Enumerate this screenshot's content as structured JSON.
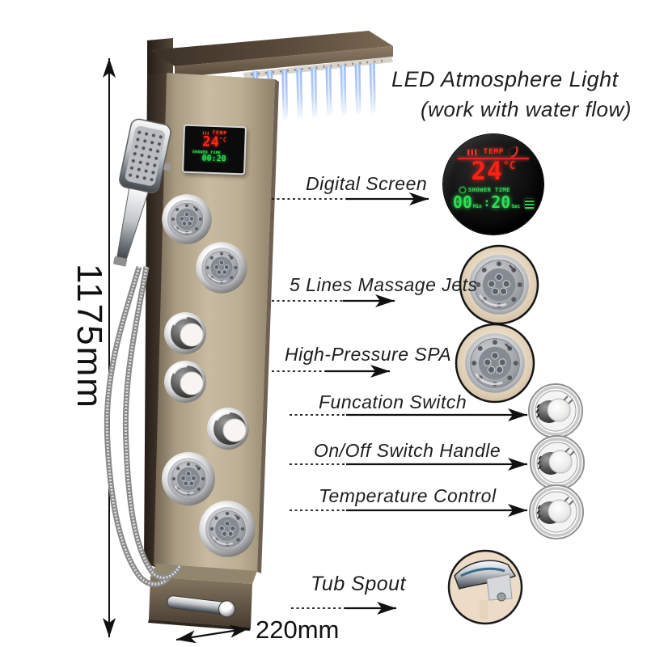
{
  "product": {
    "height_dimension": "1175mm",
    "width_dimension": "220mm"
  },
  "callouts": {
    "led_title": "LED Atmosphere Light",
    "led_subtitle": "(work with water flow)",
    "digital_screen": "Digital Screen",
    "massage_jets": "5 Lines Massage Jets",
    "spa": "High-Pressure SPA",
    "function_switch": "Funcation Switch",
    "on_off": "On/Off Switch Handle",
    "temperature": "Temperature Control",
    "tub_spout": "Tub Spout"
  },
  "display": {
    "temp_label": "TEMP",
    "temp_value": "24",
    "temp_unit": "°C",
    "shower_time_label": "SHOWER TIME",
    "minutes": "00",
    "seconds": "20",
    "time_separator": ":",
    "min_unit": "Min",
    "sec_unit": "Sec"
  },
  "colors": {
    "lcd_red": "#ff2015",
    "lcd_green": "#2de052",
    "panel_nickel": "#b7aa92",
    "led_stream_blue": "#86a8e8",
    "callout_ring_beige": "#e6d8c4",
    "annotation_ink": "#1e1e1e"
  }
}
